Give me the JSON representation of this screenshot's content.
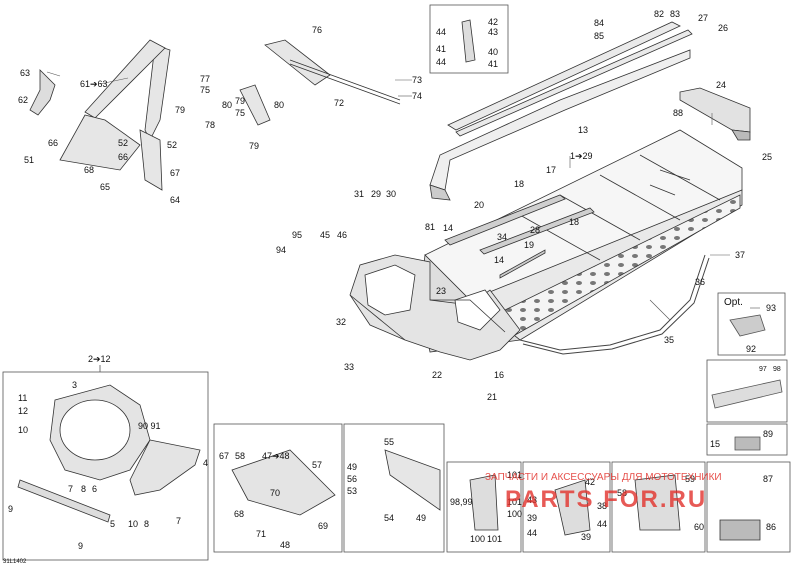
{
  "diagram": {
    "code": "31L1402",
    "watermark": {
      "line1": "ЗАПЧАСТИ И АКСЕССУАРЫ ДЛЯ МОТОТЕХНИКИ",
      "line2": "PARTS FOR.RU",
      "color": "#e2322c"
    },
    "option_label": "Opt.",
    "range_labels": {
      "main": "1➔29",
      "front": "2➔12",
      "p47": "47➔48",
      "p61": "61➔63"
    },
    "callouts": {
      "c63": "63",
      "c61": "61➔63",
      "c62": "62",
      "c66a": "66",
      "c52a": "52",
      "c51": "51",
      "c66b": "66",
      "c52b": "52",
      "c68a": "68",
      "c65": "65",
      "c67a": "67",
      "c64": "64",
      "c76": "76",
      "c77": "77",
      "c75a": "75",
      "c79a": "79",
      "c80a": "80",
      "c79b": "79",
      "c75b": "75",
      "c78": "78",
      "c80b": "80",
      "c79c": "79",
      "c72": "72",
      "c73": "73",
      "c74": "74",
      "c42": "42",
      "c44a": "44",
      "c43": "43",
      "c41a": "41",
      "c40": "40",
      "c44b": "44",
      "c41b": "41",
      "c84": "84",
      "c85": "85",
      "c82": "82",
      "c83": "83",
      "c27": "27",
      "c26": "26",
      "c24": "24",
      "c88": "88",
      "c13": "13",
      "c25": "25",
      "c18a": "18",
      "c17": "17",
      "c31": "31",
      "c29": "29",
      "c30": "30",
      "c81": "81",
      "c14a": "14",
      "c20": "20",
      "c34": "34",
      "c28": "28",
      "c18b": "18",
      "c95": "95",
      "c45": "45",
      "c46": "46",
      "c94": "94",
      "c14b": "14",
      "c19": "19",
      "c23": "23",
      "c37": "37",
      "c36": "36",
      "c35": "35",
      "c32": "32",
      "c33": "33",
      "c22": "22",
      "c16": "16",
      "c21": "21",
      "c93": "93",
      "c92": "92",
      "c97": "97",
      "c98": "98",
      "c15": "15",
      "c89": "89",
      "c11": "11",
      "c12": "12",
      "c3": "3",
      "c10a": "10",
      "c9091": "90 91",
      "c4": "4",
      "c7a": "7",
      "c8a": "8",
      "c6": "6",
      "c9a": "9",
      "c5": "5",
      "c10b": "10",
      "c8b": "8",
      "c7b": "7",
      "c9b": "9",
      "c67b": "67",
      "c58a": "58",
      "c57": "57",
      "c70": "70",
      "c68b": "68",
      "c71": "71",
      "c69": "69",
      "c48": "48",
      "c55": "55",
      "c49a": "49",
      "c56": "56",
      "c53": "53",
      "c54": "54",
      "c49b": "49",
      "c101a": "101",
      "c9899": "98,99",
      "c101b": "101",
      "c100a": "100",
      "c100b": "100",
      "c101c": "101",
      "c42b": "42",
      "c43b": "43",
      "c38": "38",
      "c39a": "39",
      "c44c": "44",
      "c44d": "44",
      "c39b": "39",
      "c58b": "58",
      "c59": "59",
      "c60": "60",
      "c87": "87",
      "c86": "86"
    }
  }
}
